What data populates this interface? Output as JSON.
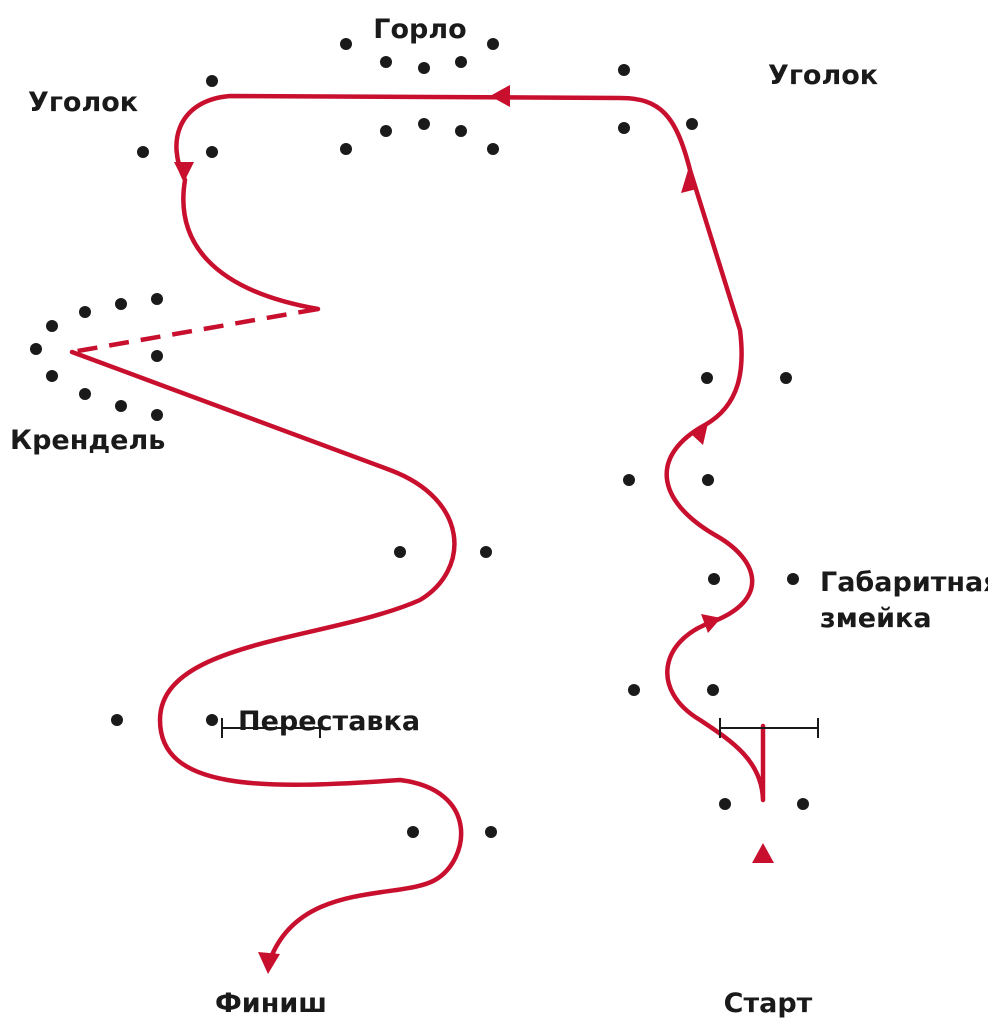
{
  "labels": {
    "gorlo": "Горло",
    "ugolok_right": "Уголок",
    "ugolok_left": "Уголок",
    "krendel": "Крендель",
    "perestavka": "Переставка",
    "gabaritnaya": "Габаритная",
    "zmeika": "змейка",
    "finish": "Финиш",
    "start": "Старт"
  },
  "colors": {
    "route": "#c8102e",
    "cone": "#1a1a1a",
    "text": "#1a1a1a"
  }
}
